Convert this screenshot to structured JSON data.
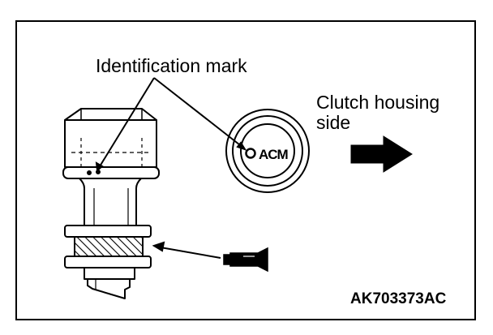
{
  "labels": {
    "identification_mark": "Identification mark",
    "clutch_housing_line1": "Clutch housing",
    "clutch_housing_line2": "side",
    "acm_text": "ACM",
    "figure_code": "AK703373AC"
  },
  "colors": {
    "ink": "#000000",
    "background": "#ffffff"
  }
}
